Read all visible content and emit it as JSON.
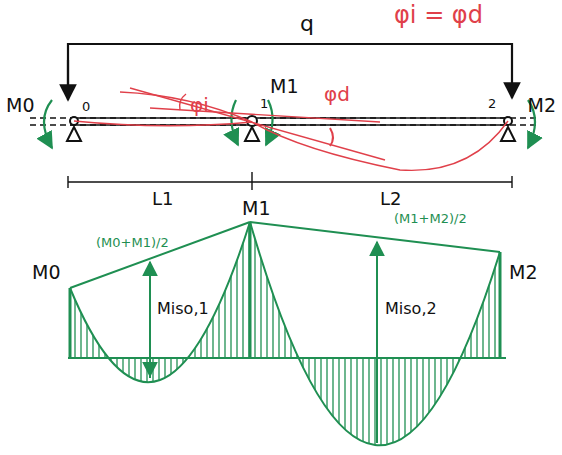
{
  "diagram": {
    "labels": [
      "φi = φd",
      "q",
      "M0",
      "0",
      "φi",
      "1",
      "M1",
      "φd",
      "2",
      "M2",
      "L1",
      "L2",
      "M1",
      "M0",
      "(M0+M1)/2",
      "Miso,1",
      "(M1+M2)/2",
      "Miso,2",
      "M2"
    ]
  }
}
